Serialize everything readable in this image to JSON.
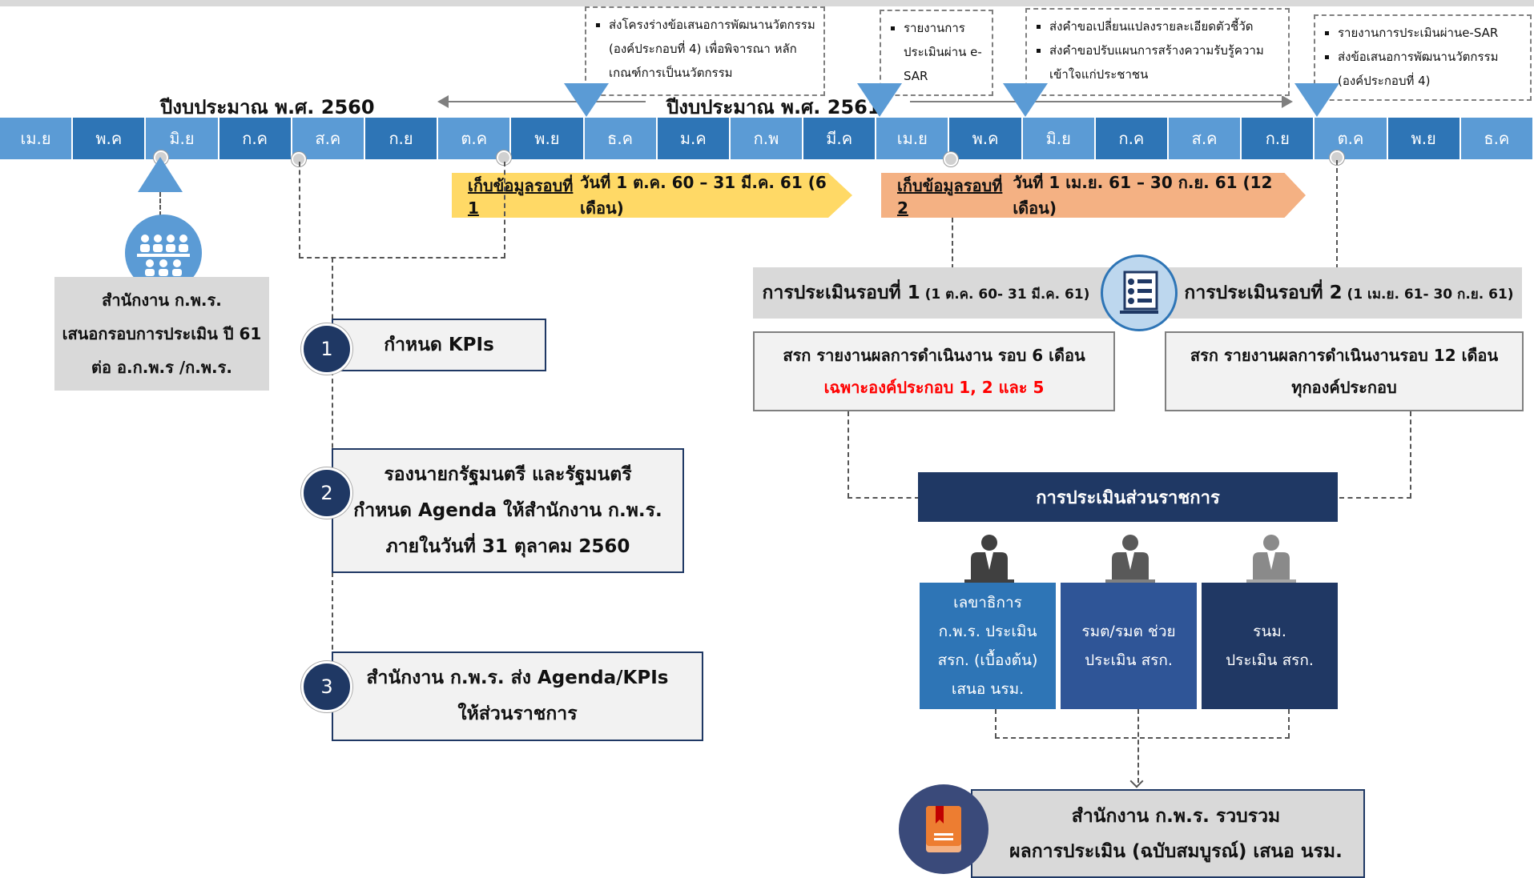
{
  "timeline": {
    "months": [
      "เม.ย",
      "พ.ค",
      "มิ.ย",
      "ก.ค",
      "ส.ค",
      "ก.ย",
      "ต.ค",
      "พ.ย",
      "ธ.ค",
      "ม.ค",
      "ก.พ",
      "มี.ค",
      "เม.ย",
      "พ.ค",
      "มิ.ย",
      "ก.ค",
      "ส.ค",
      "ก.ย",
      "ต.ค",
      "พ.ย",
      "ธ.ค"
    ],
    "fy2560": "ปีงบประมาณ พ.ศ. 2560",
    "fy2561": "ปีงบประมาณ พ.ศ. 2561"
  },
  "notes": {
    "n1": [
      "ส่งโครงร่างข้อเสนอการพัฒนานวัตกรรม (องค์ประกอบที่ 4)  เพื่อพิจารณา หลักเกณฑ์การเป็นนวัตกรรม"
    ],
    "n2": [
      "รายงานการประเมินผ่าน e-SAR"
    ],
    "n3": [
      "ส่งคำขอเปลี่ยนแปลงรายละเอียดตัวชี้วัด",
      "ส่งคำขอปรับแผนการสร้างความรับรู้ความเข้าใจแก่ประชาชน"
    ],
    "n4": [
      "รายงานการประเมินผ่านe-SAR",
      "ส่งข้อเสนอการพัฒนานวัตกรรม (องค์ประกอบที่ 4)"
    ]
  },
  "rounds": {
    "r1_u": "เก็บข้อมูลรอบที่ 1",
    "r1_t": " วันที่ 1 ต.ค. 60 – 31 มี.ค. 61 (6 เดือน)",
    "r2_u": "เก็บข้อมูลรอบที่ 2",
    "r2_t": " วันที่ 1 เม.ย. 61 – 30 ก.ย. 61 (12 เดือน)"
  },
  "ocsc": {
    "l1": "สำนักงาน ก.พ.ร.",
    "l2": "เสนอกรอบการประเมิน ปี 61",
    "l3": "ต่อ อ.ก.พ.ร /ก.พ.ร."
  },
  "steps": [
    {
      "num": "1",
      "lines": [
        "กำหนด KPIs"
      ]
    },
    {
      "num": "2",
      "lines": [
        "รองนายกรัฐมนตรี และรัฐมนตรี",
        "กำหนด Agenda ให้สำนักงาน ก.พ.ร.",
        "ภายในวันที่ 31 ตุลาคม 2560"
      ]
    },
    {
      "num": "3",
      "lines": [
        "สำนักงาน ก.พ.ร. ส่ง Agenda/KPIs",
        "ให้ส่วนราชการ"
      ]
    }
  ],
  "eval": {
    "e1_main": "การประเมินรอบที่ 1",
    "e1_sub": " (1 ต.ค. 60- 31 มี.ค. 61)",
    "e2_main": "การประเมินรอบที่ 2",
    "e2_sub": " (1 เม.ย. 61- 30 ก.ย. 61)"
  },
  "reports": {
    "r1_l1": "สรก รายงานผลการดำเนินงาน รอบ 6 เดือน",
    "r1_l2": "เฉพาะองค์ประกอบ 1, 2 และ 5",
    "r2_l1": "สรก รายงานผลการดำเนินงานรอบ 12 เดือน",
    "r2_l2": "ทุกองค์ประกอบ"
  },
  "agency_eval": "การประเมินส่วนราชการ",
  "panels": [
    {
      "lines": [
        "เลขาธิการ",
        "ก.พ.ร. ประเมิน",
        "สรก. (เบื้องต้น)",
        "เสนอ นรม."
      ]
    },
    {
      "lines": [
        "รมต/รมต ช่วย",
        "ประเมิน สรก."
      ]
    },
    {
      "lines": [
        "รนม.",
        "ประเมิน สรก."
      ]
    }
  ],
  "final": {
    "l1": "สำนักงาน ก.พ.ร. รวบรวม",
    "l2": "ผลการประเมิน (ฉบับสมบูรณ์) เสนอ นรม."
  },
  "colors": {
    "lightblue": "#5b9bd5",
    "darkblue": "#2e75b6",
    "navy": "#1f3864",
    "yellow": "#ffd966",
    "orange": "#f4b183",
    "red": "#ff0000"
  }
}
